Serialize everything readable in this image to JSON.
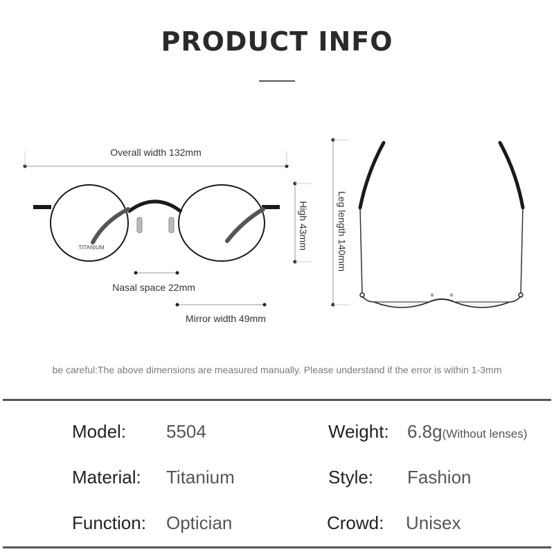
{
  "header": {
    "title": "PRODUCT INFO"
  },
  "diagram": {
    "overall_width": "Overall width 132mm",
    "high": "High 43mm",
    "nasal_space": "Nasal space 22mm",
    "mirror_width": "Mirror width 49mm",
    "leg_length": "Leg length 140mm",
    "lens_print": "TITANIUM"
  },
  "note": "be careful:The above dimensions are measured manually. Please understand if the error is within 1-3mm",
  "specs": {
    "model_label": "Model:",
    "model_value": "5504",
    "weight_label": "Weight:",
    "weight_value": "6.8g",
    "weight_sub": "(Without lenses)",
    "material_label": "Material:",
    "material_value": "Titanium",
    "style_label": "Style:",
    "style_value": "Fashion",
    "function_label": "Function:",
    "function_value": "Optician",
    "crowd_label": "Crowd:",
    "crowd_value": "Unisex"
  },
  "colors": {
    "frame": "#1a1a1a",
    "text": "#333333",
    "note": "#7a7a7a"
  }
}
